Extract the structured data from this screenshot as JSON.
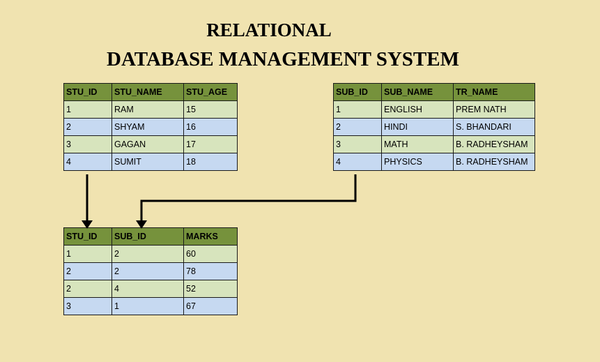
{
  "title": {
    "line1": "RELATIONAL",
    "line2": "DATABASE MANAGEMENT SYSTEM"
  },
  "student_table": {
    "headers": [
      "STU_ID",
      "STU_NAME",
      "STU_AGE"
    ],
    "rows": [
      [
        "1",
        "RAM",
        "15"
      ],
      [
        "2",
        "SHYAM",
        "16"
      ],
      [
        "3",
        "GAGAN",
        "17"
      ],
      [
        "4",
        "SUMIT",
        "18"
      ]
    ]
  },
  "subject_table": {
    "headers": [
      "SUB_ID",
      "SUB_NAME",
      "TR_NAME"
    ],
    "rows": [
      [
        "1",
        "ENGLISH",
        "PREM NATH"
      ],
      [
        "2",
        "HINDI",
        "S. BHANDARI"
      ],
      [
        "3",
        "MATH",
        "B. RADHEYSHAM"
      ],
      [
        "4",
        "PHYSICS",
        "B. RADHEYSHAM"
      ]
    ]
  },
  "marks_table": {
    "headers": [
      "STU_ID",
      "SUB_ID",
      "MARKS"
    ],
    "rows": [
      [
        "1",
        "2",
        "60"
      ],
      [
        "2",
        "2",
        "78"
      ],
      [
        "2",
        "4",
        "52"
      ],
      [
        "3",
        "1",
        "67"
      ]
    ]
  },
  "colors": {
    "background": "#f0e3b0",
    "header_fill": "#76923c",
    "row_green": "#d7e4bd",
    "row_blue": "#c6d9f1",
    "connector": "#000000"
  }
}
